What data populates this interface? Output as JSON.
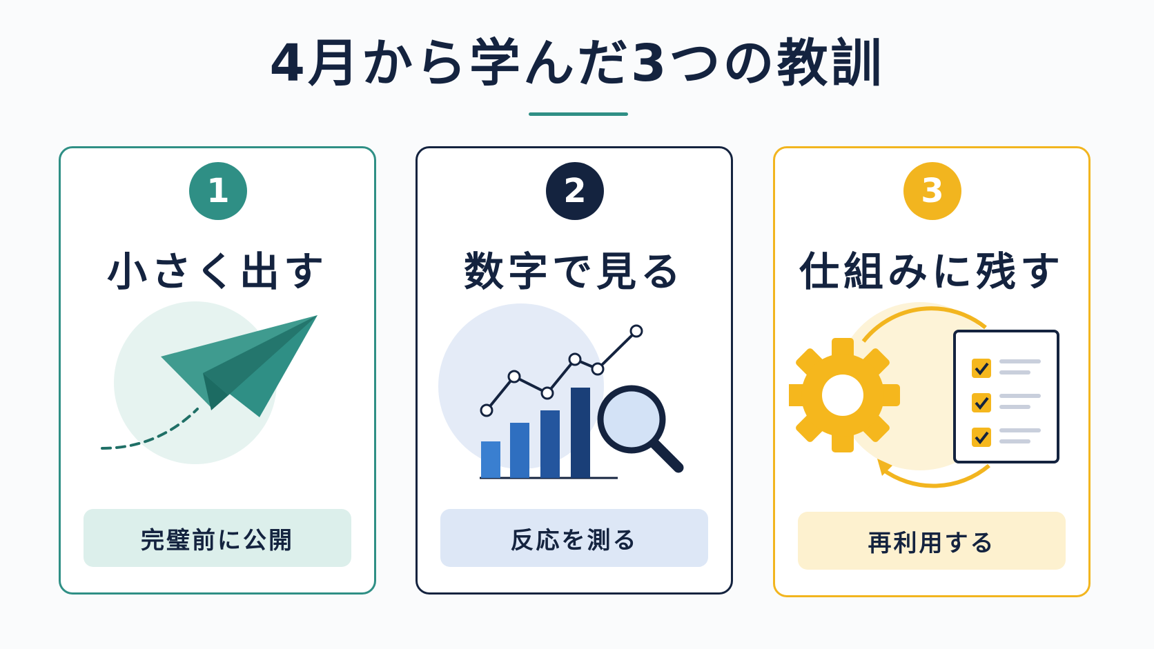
{
  "title": "4月から学んだ3つの教訓",
  "colors": {
    "teal": "#2f8f85",
    "navy": "#14233f",
    "gold": "#f2b51f",
    "blue": "#2f6fc0"
  },
  "cards": [
    {
      "number": "1",
      "title": "小さく出す",
      "icon": "paper-plane-icon",
      "caption": "完璧前に公開"
    },
    {
      "number": "2",
      "title": "数字で見る",
      "icon": "chart-magnifier-icon",
      "caption": "反応を測る"
    },
    {
      "number": "3",
      "title": "仕組みに残す",
      "icon": "gear-checklist-icon",
      "caption": "再利用する"
    }
  ]
}
